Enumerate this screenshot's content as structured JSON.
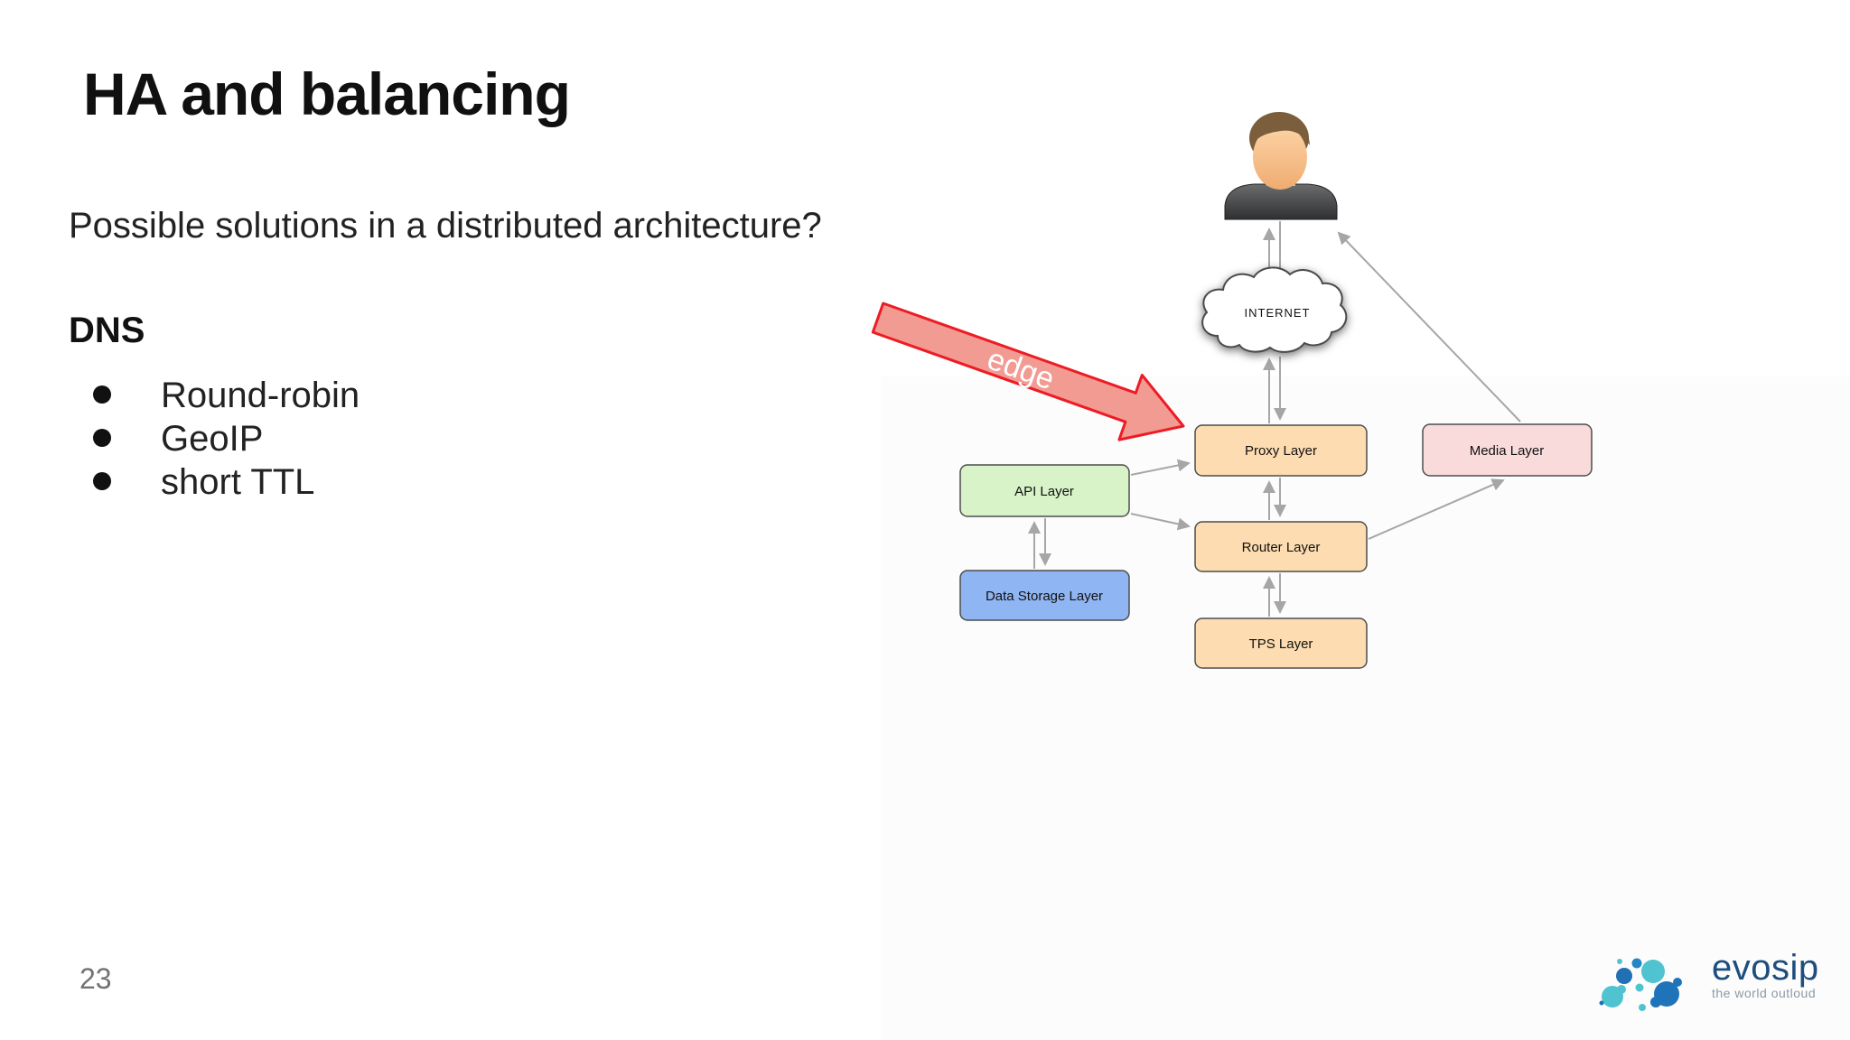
{
  "slide": {
    "title": "HA and balancing",
    "subtitle": "Possible solutions in a distributed architecture?",
    "section_heading": "DNS",
    "bullets": [
      "Round-robin",
      "GeoIP",
      "short TTL"
    ],
    "page_number": "23"
  },
  "diagram": {
    "edge_label": "edge",
    "internet_label": "INTERNET",
    "nodes": {
      "proxy": {
        "label": "Proxy Layer",
        "fill": "#fcdcb0"
      },
      "media": {
        "label": "Media Layer",
        "fill": "#f9dbdb"
      },
      "api": {
        "label": "API Layer",
        "fill": "#d8f3c8"
      },
      "router": {
        "label": "Router Layer",
        "fill": "#fcdcb0"
      },
      "data_storage": {
        "label": "Data Storage Layer",
        "fill": "#8fb5f2"
      },
      "tps": {
        "label": "TPS Layer",
        "fill": "#fcdcb0"
      }
    },
    "colors": {
      "arrow_gray": "#a6a6a6",
      "edge_arrow_stroke": "#ed1c24",
      "edge_arrow_fill": "#f29b93",
      "box_border": "#4d4d4d"
    }
  },
  "footer": {
    "logo_text": "evosip",
    "logo_tagline": "the world outloud",
    "logo_dark_blue": "#2170b4",
    "logo_teal": "#4fc3d0",
    "logo_word_color": "#1d4e7e"
  }
}
